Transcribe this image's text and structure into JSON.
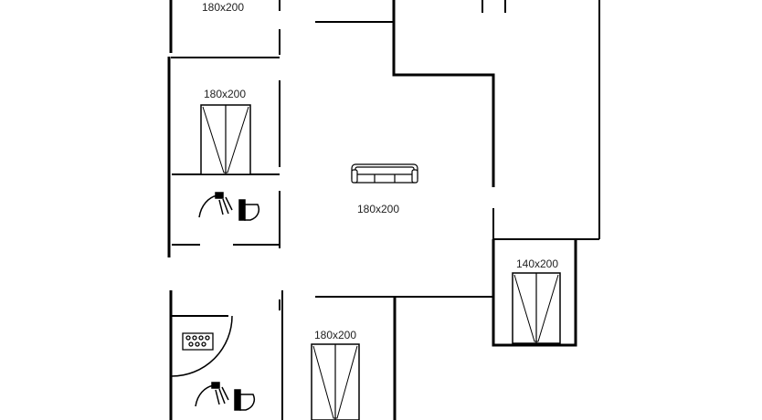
{
  "floorplan": {
    "bed_labels": {
      "top_room": "180x200",
      "left_upper_room": "180x200",
      "living_room": "180x200",
      "right_small_room": "140x200",
      "bottom_middle_room": "180x200"
    },
    "icons": [
      "sofa-icon",
      "shower-icon",
      "toilet-icon",
      "jacuzzi-icon"
    ],
    "colors": {
      "wall": "#000000",
      "background": "#ffffff"
    }
  }
}
